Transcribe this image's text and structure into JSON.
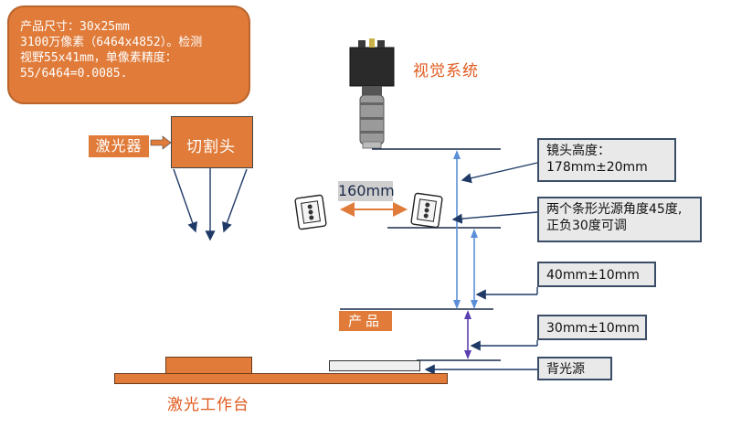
{
  "info_box": {
    "lines": [
      "产品尺寸：30x25mm",
      "3100万像素（6464x4852）。检测",
      "视野55x41mm，单像素精度：",
      "55/6464=0.0085."
    ]
  },
  "laser_label": "激光器",
  "cutter_label": "切割头",
  "vision_label": "视觉系统",
  "light_distance": "160mm",
  "callouts": {
    "lens_height": {
      "line1": "镜头高度：",
      "line2": "178mm±20mm"
    },
    "light_angle": {
      "line1": "两个条形光源角度45度,",
      "line2": "正负30度可调"
    },
    "light_height": "40mm±10mm",
    "backlight_gap": "30mm±10mm",
    "backlight": "背光源"
  },
  "product_label": "产品",
  "table_label": "激光工作台",
  "colors": {
    "orange": "#e07b39",
    "navy": "#3a4c66",
    "arrow_blue": "#5b8fd8",
    "red_text": "#e05a1e"
  }
}
